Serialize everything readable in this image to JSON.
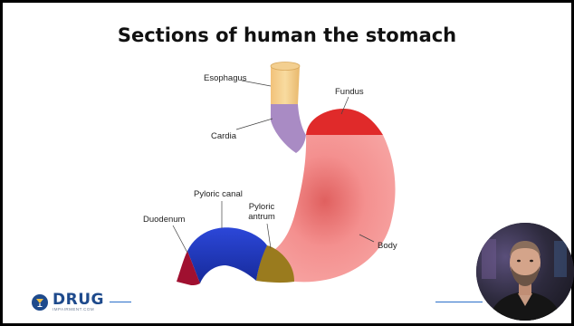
{
  "slide": {
    "title": "Sections of human the stomach",
    "labels": {
      "esophagus": "Esophagus",
      "fundus": "Fundus",
      "cardia": "Cardia",
      "pyloric_canal": "Pyloric canal",
      "pyloric_antrum_line1": "Pyloric",
      "pyloric_antrum_line2": "antrum",
      "duodenum": "Duodenum",
      "body": "Body"
    },
    "colors": {
      "esophagus": "#f5d08a",
      "cardia": "#a98bc4",
      "fundus": "#e02a2a",
      "body": "#f4908f",
      "antrum": "#9a7b1e",
      "pyloric_canal": "#1f35c0",
      "duodenum": "#a01030"
    }
  },
  "footer": {
    "brand": "DRUG",
    "brand_sub": "IMPAIRMENT.COM",
    "accent_color": "#2a6fc9"
  },
  "webcam": {
    "icon": "presenter-webcam"
  }
}
